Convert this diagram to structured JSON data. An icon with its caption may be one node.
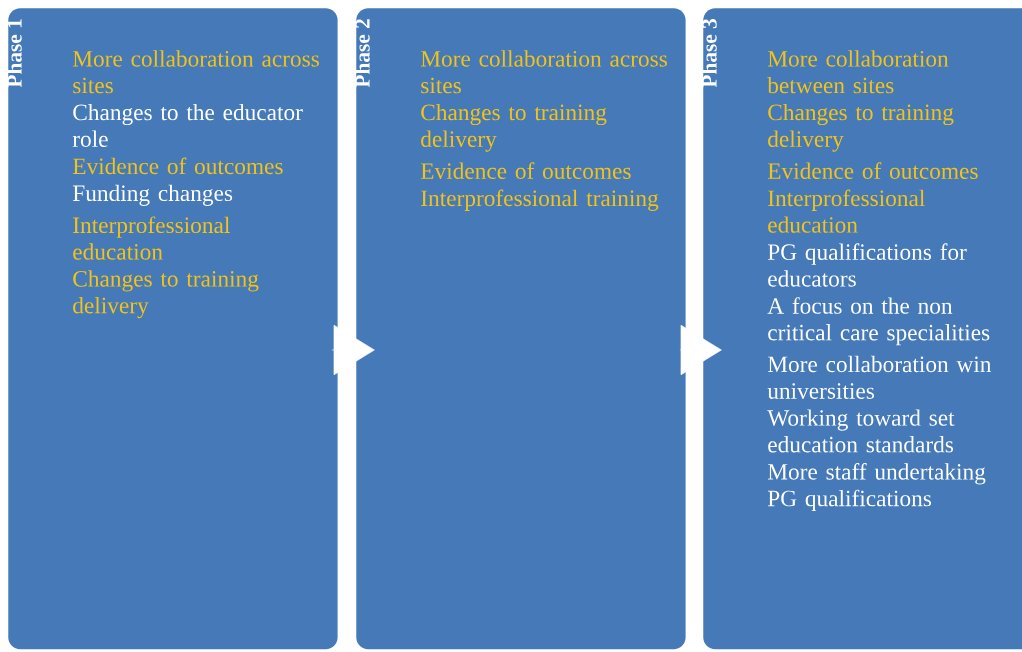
{
  "diagram": {
    "nodes": [
      {
        "text": [
          "Phase 1",
          "More collaboration across sites",
          "Changes to the educator role",
          "Evidence of outcomes",
          "Funding changes",
          "Interprofessional education",
          "Changes to training delivery"
        ]
      },
      {
        "text": [
          "Phase 2",
          "More collaboration across sites",
          "Changes to training delivery",
          "Evidence of outcomes",
          "Interprofessional training"
        ]
      },
      {
        "text": [
          "Phase 3",
          "More collaboration between sites",
          "Changes to training delivery",
          "Evidence of outcomes",
          "Interprofessional education",
          "PG qualifications for educators",
          "A focus on the non critical care specialities",
          "More collaboration win universities",
          "Working toward set education standards",
          "More staff undertaking PG qualifications"
        ]
      }
    ],
    "edges": [
      {
        "from": 0,
        "to": 1,
        "arrow": "to"
      },
      {
        "from": 1,
        "to": 2,
        "arrow": "to"
      }
    ]
  }
}
